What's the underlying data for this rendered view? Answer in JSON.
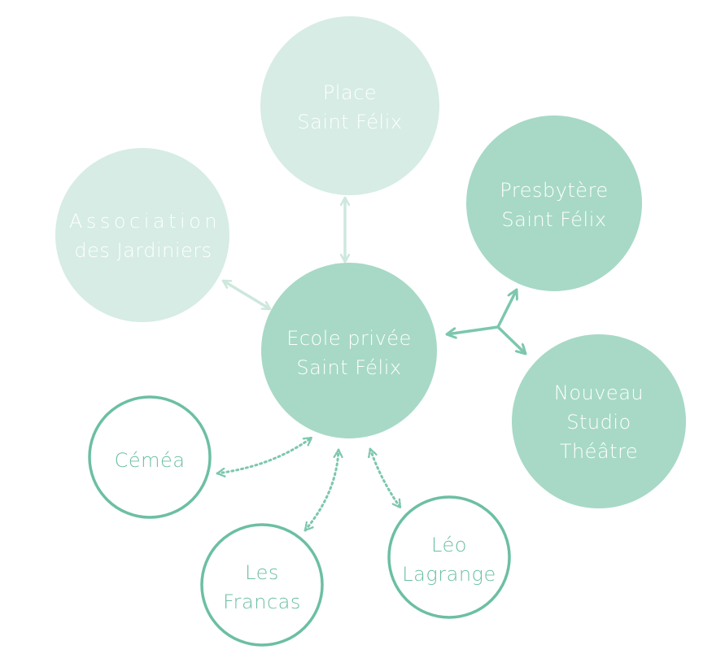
{
  "diagram": {
    "center": {
      "lines": [
        "Ecole privée",
        "Saint Félix"
      ]
    },
    "nodes": [
      {
        "id": "place",
        "lines": [
          "Place",
          "Saint Félix"
        ]
      },
      {
        "id": "association",
        "lines": [
          "Association",
          "des Jardiniers"
        ]
      },
      {
        "id": "presbytere",
        "lines": [
          "Presbytère",
          "Saint Félix"
        ]
      },
      {
        "id": "studio",
        "lines": [
          "Nouveau",
          "Studio",
          "Théâtre"
        ]
      },
      {
        "id": "cemea",
        "lines": [
          "Céméa"
        ]
      },
      {
        "id": "francas",
        "lines": [
          "Les",
          "Francas"
        ]
      },
      {
        "id": "leo",
        "lines": [
          "Léo",
          "Lagrange"
        ]
      }
    ],
    "colors": {
      "pale_fill": "#d6ece4",
      "mid_fill": "#a7d9c6",
      "outline": "#6cbfa2",
      "pale_arrow": "#cde8dd",
      "mid_arrow": "#7cc7ae",
      "dotted_arrow": "#7cc7ae",
      "text_on_fill": "#ffffff"
    }
  }
}
